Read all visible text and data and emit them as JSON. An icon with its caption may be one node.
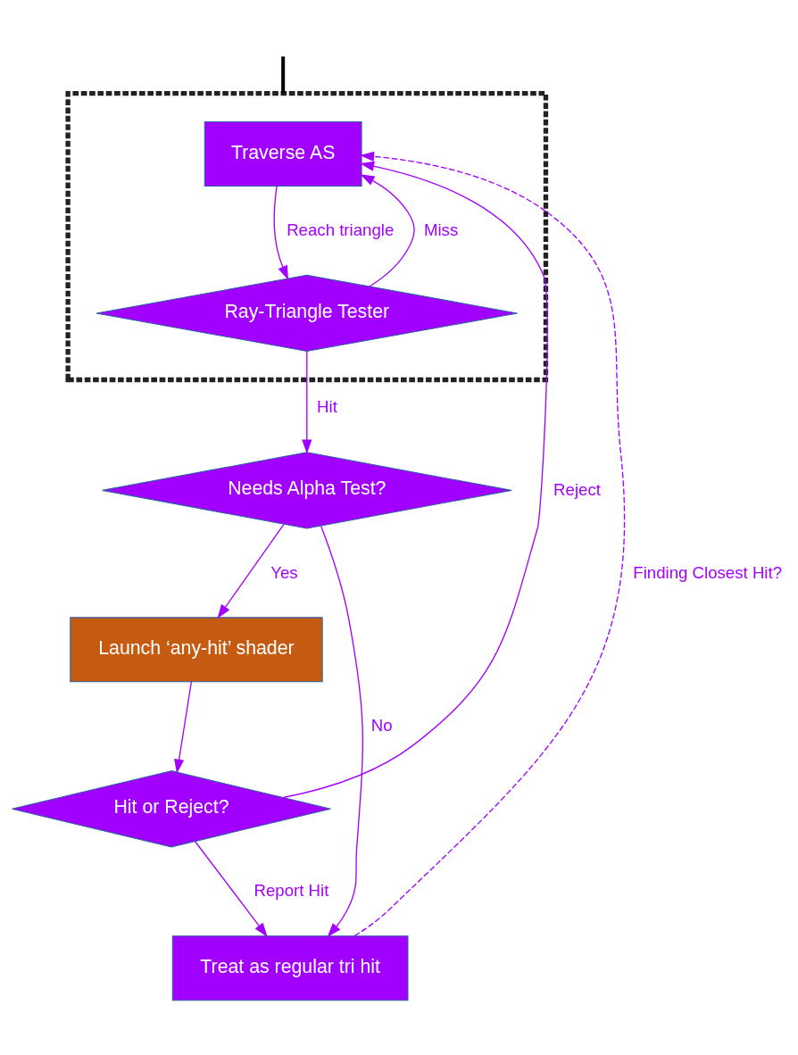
{
  "diagram": {
    "nodes": [
      {
        "text": [],
        "shape": "box"
      },
      {
        "text": [
          "Traverse AS"
        ],
        "in": 0
      },
      {
        "text": [
          "Ray-Triangle Tester"
        ],
        "in": 0
      },
      {
        "text": [
          "Needs Alpha Test?"
        ]
      },
      {
        "text": [
          "Launch ‘any-hit’ shader"
        ]
      },
      {
        "text": [
          "Hit or Reject?"
        ]
      },
      {
        "text": [
          "Treat as regular tri hit"
        ]
      }
    ],
    "edges": [
      {
        "from": 1,
        "to": 2,
        "arrow": "to",
        "label": "Reach triangle"
      },
      {
        "from": 2,
        "to": 3,
        "arrow": "to",
        "label": "Hit"
      },
      {
        "from": 2,
        "to": 1,
        "arrow": "to",
        "label": "Miss"
      },
      {
        "from": 3,
        "to": 6,
        "arrow": "to",
        "label": "No"
      },
      {
        "from": 3,
        "to": 4,
        "arrow": "to",
        "label": "Yes"
      },
      {
        "from": 4,
        "to": 5,
        "arrow": "to"
      },
      {
        "from": 5,
        "to": 6,
        "arrow": "to",
        "label": "Report Hit"
      },
      {
        "from": 5,
        "to": 1,
        "arrow": "to",
        "label": "Reject"
      },
      {
        "from": 6,
        "to": 1,
        "arrow": "to",
        "label": "Finding Closest Hit?",
        "style": "dashed"
      },
      {
        "from": null,
        "to": 0,
        "arrow": "none",
        "style": "thick",
        "color": "#000000"
      }
    ]
  }
}
